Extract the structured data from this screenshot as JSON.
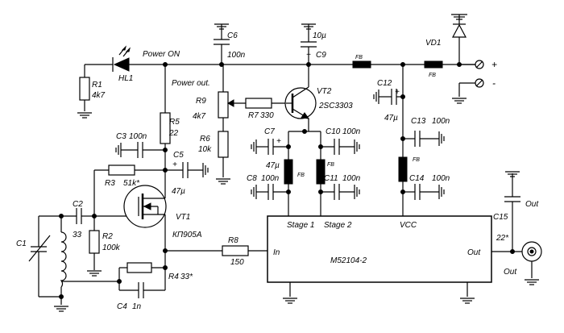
{
  "labels": {
    "hl1": "HL1",
    "power_on": "Power ON",
    "r1": "R1",
    "r1_val": "4k7",
    "c6": "C6",
    "c6_val": "100n",
    "c9": "C9",
    "c9_val": "10µ",
    "vd1": "VD1",
    "plus": "+",
    "minus": "-",
    "plus_mark": "+",
    "fb": "FB",
    "power_out": "Power out.",
    "r9": "R9",
    "r9_val": "4k7",
    "r7": "R7",
    "r7_val": "330",
    "vt2": "VT2",
    "vt2_type": "2SC3303",
    "c12": "C12",
    "c12_val": "47µ",
    "r5": "R5",
    "r5_val": "22",
    "r6": "R6",
    "r6_val": "10k",
    "c3": "C3",
    "c3_val": "100n",
    "c5": "C5",
    "c5_val": "47µ",
    "c7": "C7",
    "c7_val": "47µ",
    "c10": "C10",
    "c10_val": "100n",
    "c11": "C11",
    "c11_val": "100n",
    "c8": "C8",
    "c8_val": "100n",
    "c13": "C13",
    "c13_val": "100n",
    "c14": "C14",
    "c14_val": "100n",
    "r3": "R3",
    "r3_val": "51k*",
    "vt1": "VT1",
    "vt1_type": "КП905А",
    "c2": "C2",
    "c2_val": "33",
    "c1": "C1",
    "r2": "R2",
    "r2_val": "100k",
    "r4": "R4",
    "r4_val": "33*",
    "c4": "C4",
    "c4_val": "1n",
    "r8": "R8",
    "r8_val": "150",
    "c15": "C15",
    "c15_val": "22*",
    "out_label": "Out",
    "ic_stage1": "Stage 1",
    "ic_stage2": "Stage 2",
    "ic_vcc": "VCC",
    "ic_in": "In",
    "ic_out": "Out",
    "ic_name": "M52104-2"
  }
}
